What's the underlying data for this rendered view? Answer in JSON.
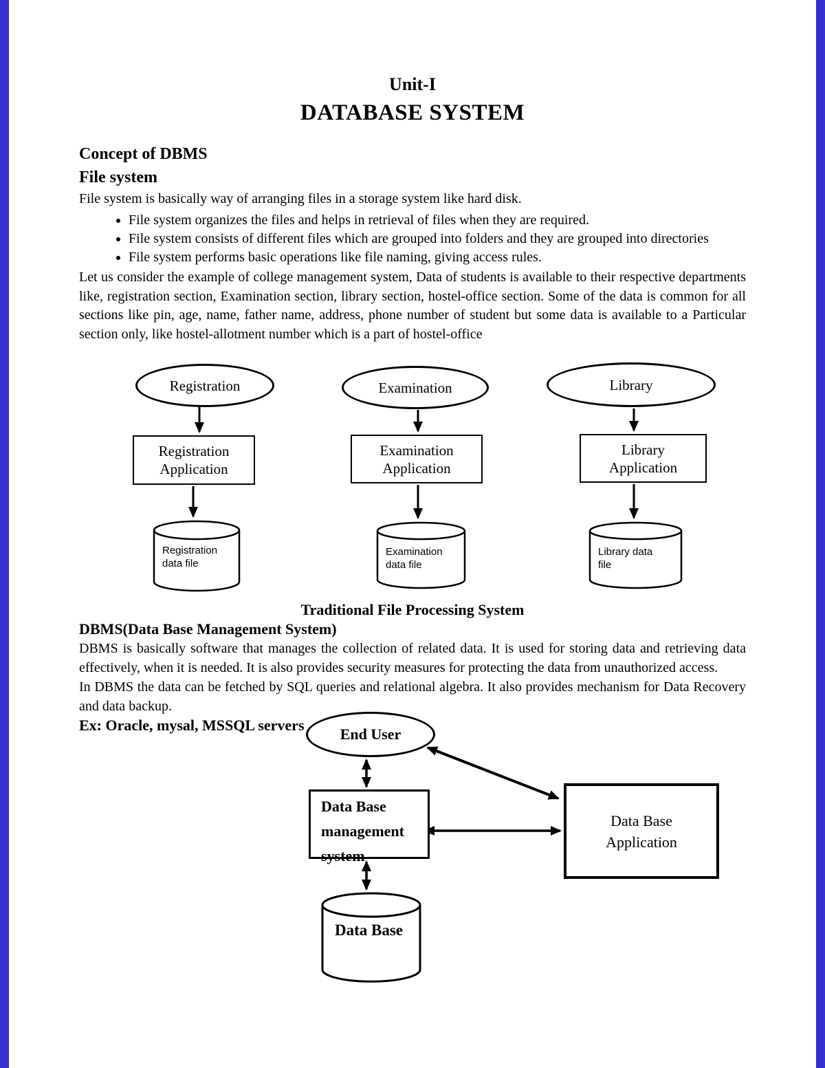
{
  "page": {
    "unit_title": "Unit-I",
    "main_title": "DATABASE SYSTEM"
  },
  "file_system": {
    "concept_heading": "Concept of DBMS",
    "heading": "File system",
    "intro": "File system is basically way of arranging files in a storage system like hard disk.",
    "bullets": [
      "File system organizes the files and helps in retrieval of files when they are required.",
      "File system consists of different files which are grouped into folders and they are grouped into directories",
      "File system performs basic operations like file naming, giving access rules."
    ],
    "college_paragraph": "Let us consider the example of college management system, Data of students is available to their respective departments like, registration section, Examination section, library section, hostel-office section. Some of the data is common for all sections like pin, age, name, father name, address, phone number of student but some data is available to a Particular section only, like hostel-allotment number which is a part of hostel-office"
  },
  "diagram1": {
    "caption": "Traditional File Processing System",
    "columns": [
      {
        "source": "Registration",
        "application": "Registration Application",
        "datafile": "Registration data file"
      },
      {
        "source": "Examination",
        "application": "Examination Application",
        "datafile": "Examination data file"
      },
      {
        "source": "Library",
        "application": "Library Application",
        "datafile": "Library data file"
      }
    ]
  },
  "dbms": {
    "heading": "DBMS(Data Base Management System)",
    "paragraph1": "DBMS is basically software that manages the collection of related data. It is used for storing data and retrieving data effectively, when it is needed. It is also provides security measures for protecting the data from unauthorized access.",
    "paragraph2": "In DBMS the data can be fetched by SQL queries and relational algebra. It also provides mechanism for Data Recovery and data backup.",
    "examples": "Ex: Oracle, mysal, MSSQL servers"
  },
  "diagram2": {
    "end_user": "End User",
    "dbms_box": "Data Base management system",
    "db_application": "Data Base Application",
    "database": "Data Base"
  }
}
